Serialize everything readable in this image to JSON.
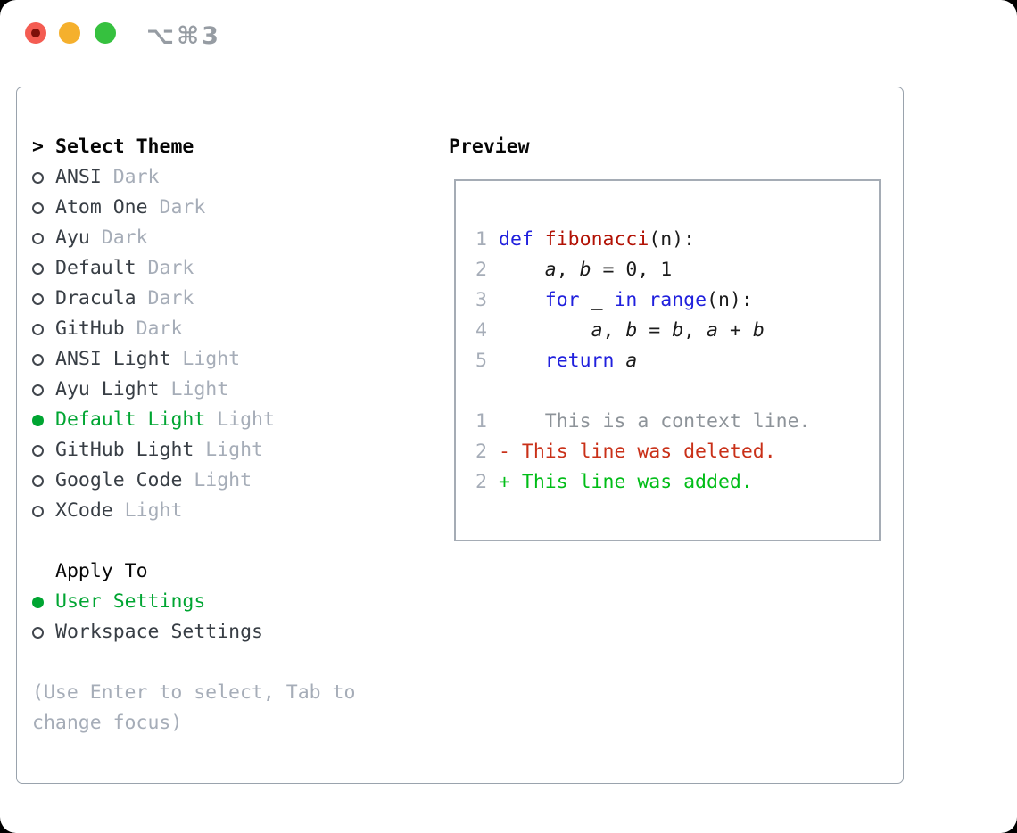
{
  "window": {
    "title": "⌥⌘3"
  },
  "panel": {
    "theme_list": {
      "prompt": ">",
      "header": "Select Theme",
      "items": [
        {
          "name": "ANSI",
          "variant": "Dark",
          "selected": false
        },
        {
          "name": "Atom One",
          "variant": "Dark",
          "selected": false
        },
        {
          "name": "Ayu",
          "variant": "Dark",
          "selected": false
        },
        {
          "name": "Default",
          "variant": "Dark",
          "selected": false
        },
        {
          "name": "Dracula",
          "variant": "Dark",
          "selected": false
        },
        {
          "name": "GitHub",
          "variant": "Dark",
          "selected": false
        },
        {
          "name": "ANSI Light",
          "variant": "Light",
          "selected": false
        },
        {
          "name": "Ayu Light",
          "variant": "Light",
          "selected": false
        },
        {
          "name": "Default Light",
          "variant": "Light",
          "selected": true
        },
        {
          "name": "GitHub Light",
          "variant": "Light",
          "selected": false
        },
        {
          "name": "Google Code",
          "variant": "Light",
          "selected": false
        },
        {
          "name": "XCode",
          "variant": "Light",
          "selected": false
        }
      ]
    },
    "apply_to": {
      "header": "Apply To",
      "options": [
        {
          "label": "User Settings",
          "selected": true
        },
        {
          "label": "Workspace Settings",
          "selected": false
        }
      ]
    },
    "help_text": "(Use Enter to select, Tab to change focus)",
    "preview": {
      "header": "Preview",
      "code_lines": [
        {
          "num": "1",
          "tokens": [
            {
              "t": "def",
              "c": "kw"
            },
            {
              "t": " ",
              "c": "pl"
            },
            {
              "t": "fibonacci",
              "c": "fn"
            },
            {
              "t": "(n):",
              "c": "pl"
            }
          ]
        },
        {
          "num": "2",
          "tokens": [
            {
              "t": "    ",
              "c": "pl"
            },
            {
              "t": "a",
              "c": "var"
            },
            {
              "t": ", ",
              "c": "pl"
            },
            {
              "t": "b",
              "c": "var"
            },
            {
              "t": " = 0, 1",
              "c": "pl"
            }
          ]
        },
        {
          "num": "3",
          "tokens": [
            {
              "t": "    ",
              "c": "pl"
            },
            {
              "t": "for",
              "c": "kw"
            },
            {
              "t": " _ ",
              "c": "pl"
            },
            {
              "t": "in",
              "c": "kw"
            },
            {
              "t": " ",
              "c": "pl"
            },
            {
              "t": "range",
              "c": "kw"
            },
            {
              "t": "(n):",
              "c": "pl"
            }
          ]
        },
        {
          "num": "4",
          "tokens": [
            {
              "t": "        ",
              "c": "pl"
            },
            {
              "t": "a",
              "c": "var"
            },
            {
              "t": ", ",
              "c": "pl"
            },
            {
              "t": "b",
              "c": "var"
            },
            {
              "t": " = ",
              "c": "pl"
            },
            {
              "t": "b",
              "c": "var"
            },
            {
              "t": ", ",
              "c": "pl"
            },
            {
              "t": "a",
              "c": "var"
            },
            {
              "t": " + ",
              "c": "pl"
            },
            {
              "t": "b",
              "c": "var"
            }
          ]
        },
        {
          "num": "5",
          "tokens": [
            {
              "t": "    ",
              "c": "pl"
            },
            {
              "t": "return",
              "c": "kw"
            },
            {
              "t": " ",
              "c": "pl"
            },
            {
              "t": "a",
              "c": "var"
            }
          ]
        }
      ],
      "diff_lines": [
        {
          "num": "1",
          "kind": "context",
          "text": "    This is a context line."
        },
        {
          "num": "2",
          "kind": "deleted",
          "text": "- This line was deleted."
        },
        {
          "num": "2",
          "kind": "added",
          "text": "+ This line was added."
        }
      ]
    }
  },
  "colors": {
    "accent_green": "#00a532",
    "added_green": "#00bd17",
    "deleted_red": "#c93018",
    "keyword_blue": "#2020dd",
    "function_red": "#b21205",
    "muted_gray": "#a6adb8",
    "context_gray": "#8d9399",
    "item_text": "#383e45",
    "radio_ring": "#42474e",
    "panel_border": "#9aa3ad",
    "box_border": "#a5acb5",
    "title_gray": "#969ca3",
    "traffic_red": "#f45c52",
    "traffic_red_dot": "#7d100a",
    "traffic_yellow": "#f5b02d",
    "traffic_green": "#36c13f"
  }
}
